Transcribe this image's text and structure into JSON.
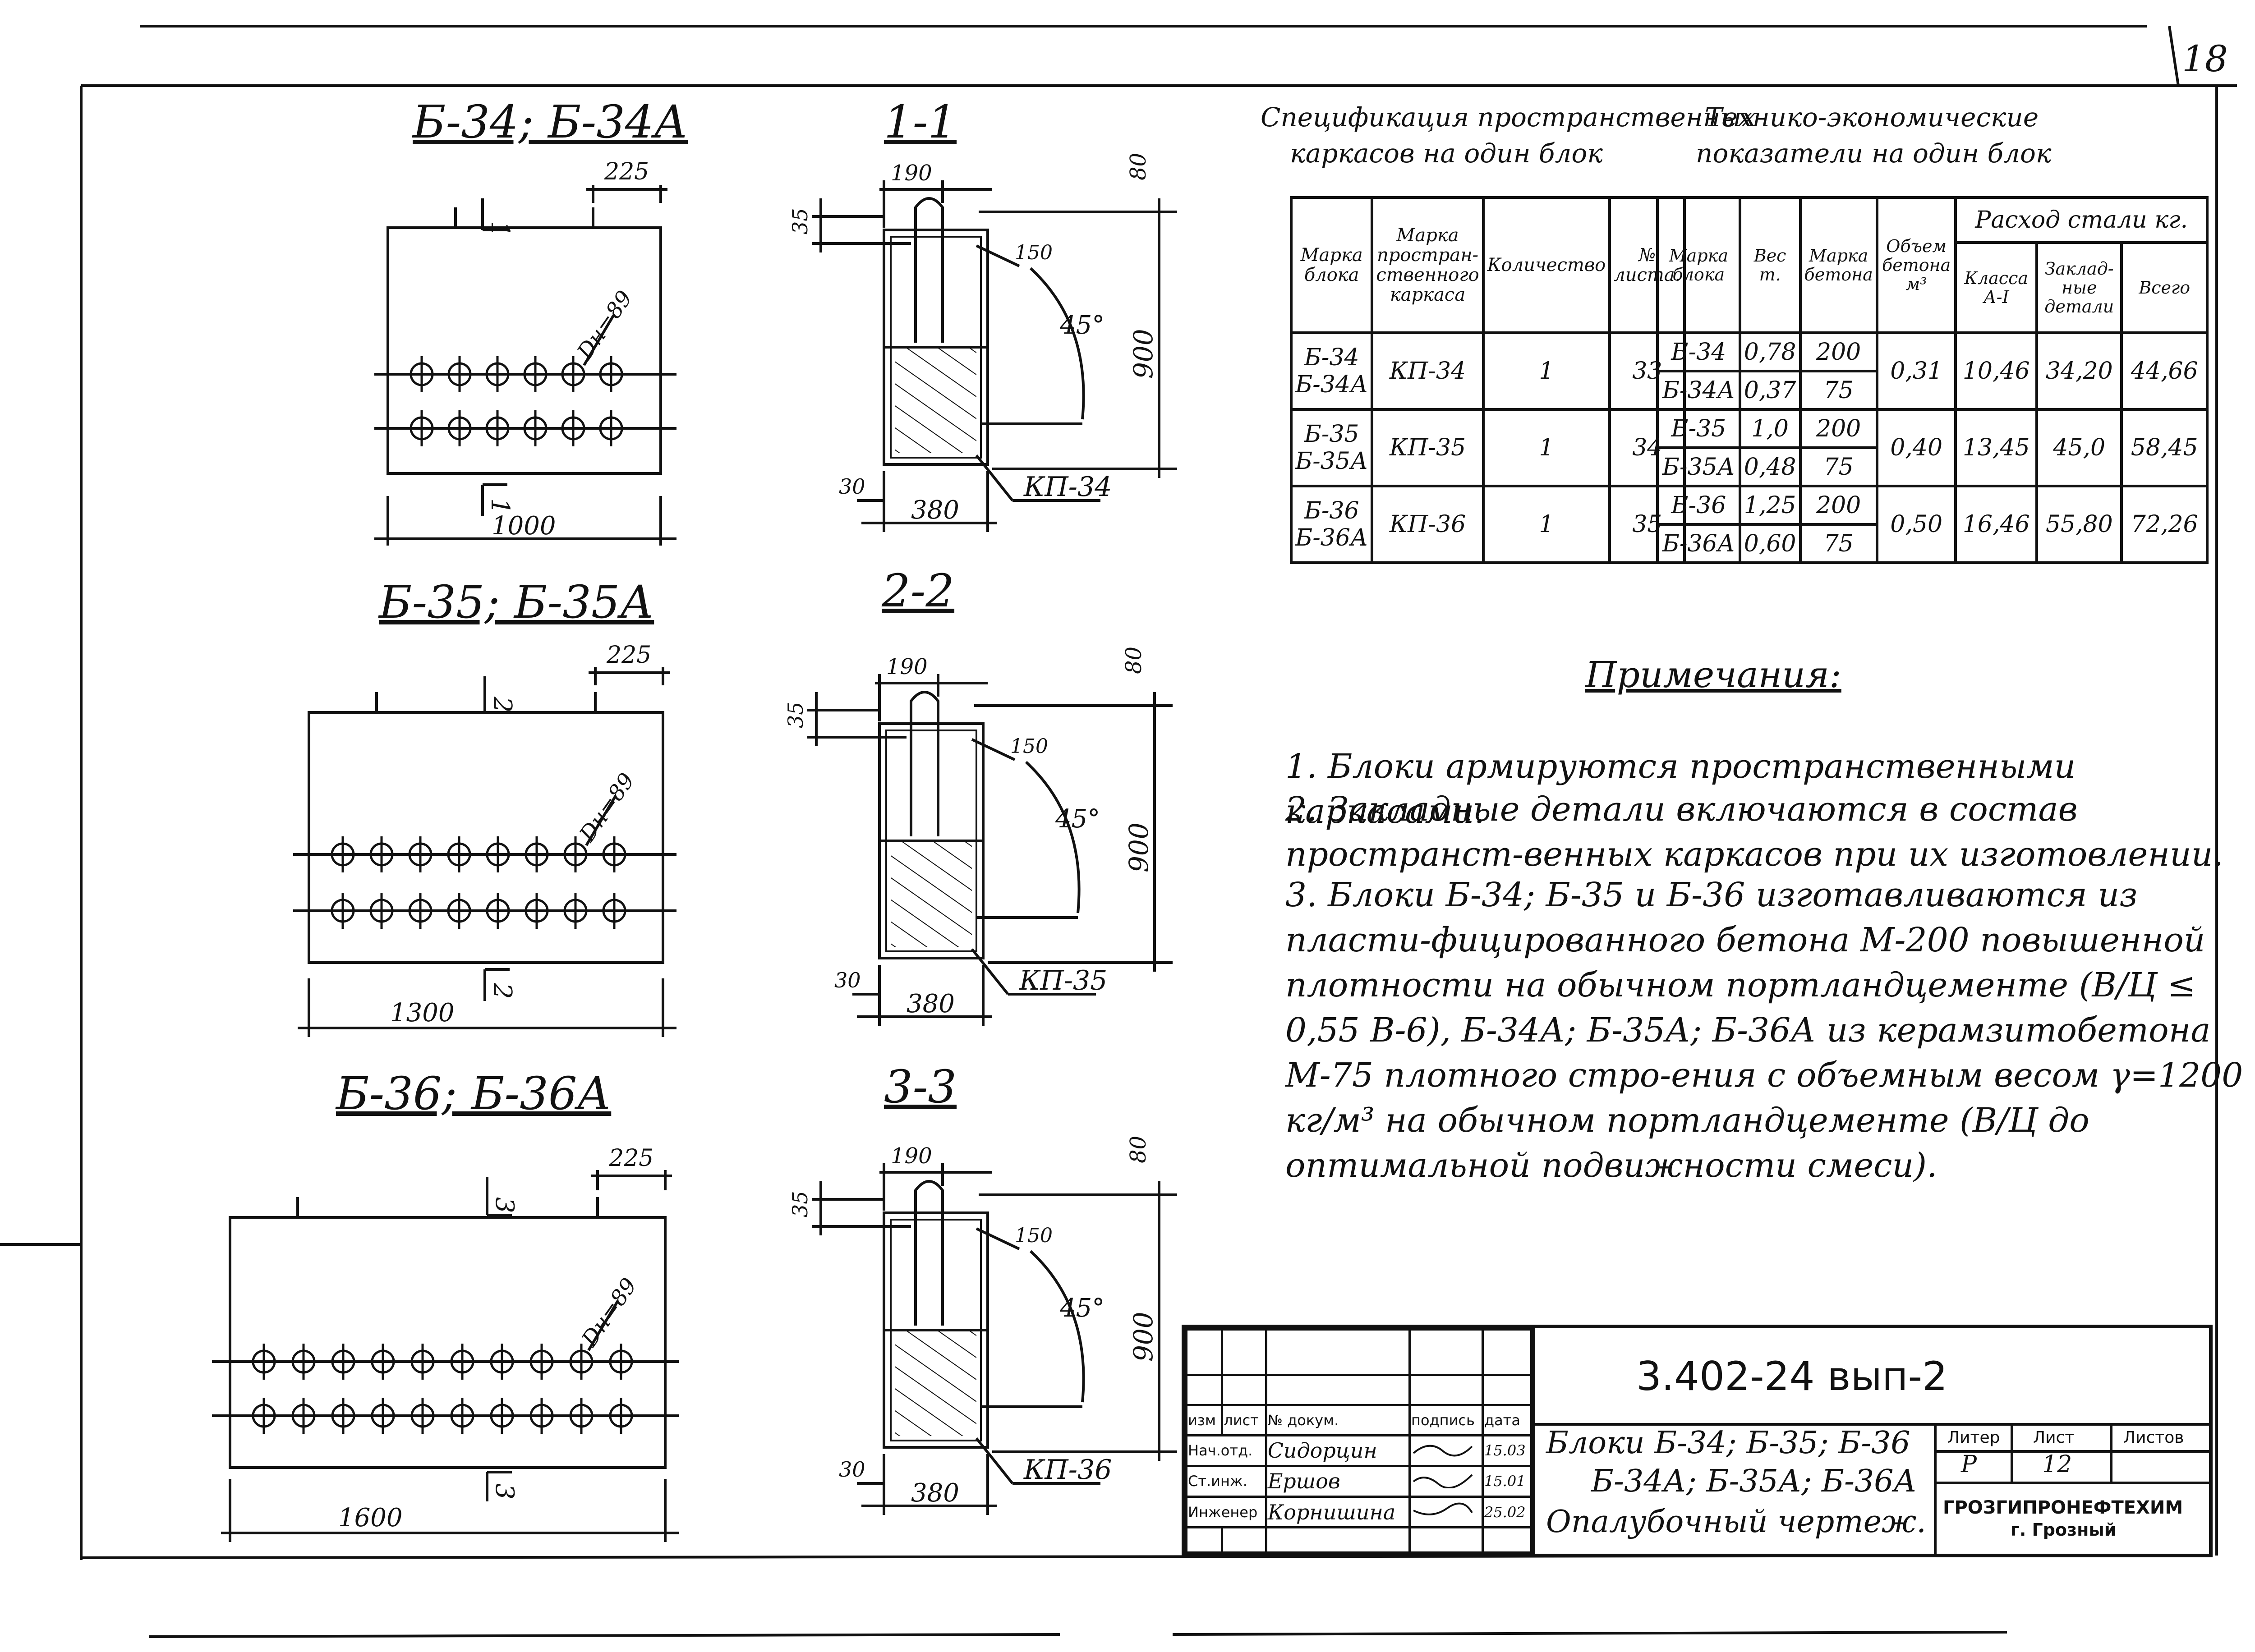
{
  "page_number": "18",
  "block_views": [
    {
      "title": "Б-34; Б-34А",
      "length": "1000",
      "overhang": "225",
      "hole_label": "Dн=89",
      "section": "1",
      "holes_per_row": 6
    },
    {
      "title": "Б-35; Б-35А",
      "length": "1300",
      "overhang": "225",
      "hole_label": "Dн=89",
      "section": "2",
      "holes_per_row": 8
    },
    {
      "title": "Б-36; Б-36А",
      "length": "1600",
      "overhang": "225",
      "hole_label": "Dн=89",
      "section": "3",
      "holes_per_row": 10
    }
  ],
  "sections": [
    {
      "title": "1-1",
      "frame": "КП-34"
    },
    {
      "title": "2-2",
      "frame": "КП-35"
    },
    {
      "title": "3-3",
      "frame": "КП-36"
    }
  ],
  "section_dims": {
    "top_width": "190",
    "top_height": "80",
    "lift": "35",
    "rebar": "150",
    "angle": "45°",
    "height": "900",
    "cover": "30",
    "width": "380"
  },
  "spec": {
    "title_line1": "Спецификация пространственных",
    "title_line2": "каркасов на один блок",
    "headers": [
      "Марка блока",
      "Марка простран-ственного каркаса",
      "Количество",
      "№ листа."
    ],
    "rows": [
      {
        "blocks": "Б-34 Б-34А",
        "frame": "КП-34",
        "qty": "1",
        "sheet": "33"
      },
      {
        "blocks": "Б-35 Б-35А",
        "frame": "КП-35",
        "qty": "1",
        "sheet": "34"
      },
      {
        "blocks": "Б-36 Б-36А",
        "frame": "КП-36",
        "qty": "1",
        "sheet": "35"
      }
    ]
  },
  "tech": {
    "title_line1": "Технико-экономические",
    "title_line2": "показатели на один блок",
    "headers": {
      "block": "Марка блока",
      "weight": "Вес т.",
      "grade": "Марка бетона",
      "volume": "Объем бетона м³",
      "steel": "Расход стали кг.",
      "class": "Класса А-I",
      "embedded": "Заклад-ные детали",
      "total": "Всего"
    },
    "groups": [
      {
        "rows": [
          {
            "block": "Б-34",
            "weight": "0,78",
            "grade": "200"
          },
          {
            "block": "Б-34А",
            "weight": "0,37",
            "grade": "75"
          }
        ],
        "volume": "0,31",
        "class": "10,46",
        "embedded": "34,20",
        "total": "44,66"
      },
      {
        "rows": [
          {
            "block": "Б-35",
            "weight": "1,0",
            "grade": "200"
          },
          {
            "block": "Б-35А",
            "weight": "0,48",
            "grade": "75"
          }
        ],
        "volume": "0,40",
        "class": "13,45",
        "embedded": "45,0",
        "total": "58,45"
      },
      {
        "rows": [
          {
            "block": "Б-36",
            "weight": "1,25",
            "grade": "200"
          },
          {
            "block": "Б-36А",
            "weight": "0,60",
            "grade": "75"
          }
        ],
        "volume": "0,50",
        "class": "16,46",
        "embedded": "55,80",
        "total": "72,26"
      }
    ]
  },
  "notes": {
    "title": "Примечания:",
    "items": [
      "1. Блоки армируются пространственными каркасами.",
      "2. Закладные детали включаются в состав пространст-венных каркасов при их изготовлении.",
      "3. Блоки Б-34; Б-35 и Б-36 изготавливаются из пласти-фицированного бетона М-200 повышенной плотности на обычном портландцементе (В/Ц ≤ 0,55 В-6), Б-34А; Б-35А; Б-36А из керамзитобетона М-75 плотного стро-ения с объемным весом γ=1200 кг/м³ на обычном портландцементе (В/Ц до оптимальной подвижности смеси)."
    ]
  },
  "stamp": {
    "doc_code": "3.402-24 вып-2",
    "col_headers": [
      "изм",
      "лист",
      "№ докум.",
      "подпись",
      "дата"
    ],
    "people": [
      {
        "role": "Нач.отд.",
        "name": "Сидорцин",
        "date": "15.03"
      },
      {
        "role": "Ст.инж.",
        "name": "Ершов",
        "date": "15.01"
      },
      {
        "role": "Инженер",
        "name": "Корнишина",
        "date": "25.02"
      }
    ],
    "title_line1": "Блоки Б-34; Б-35; Б-36",
    "title_line2": "Б-34А; Б-35А; Б-36А",
    "title_line3": "Опалубочный чертеж.",
    "stage_label": "Лист",
    "author_label": "Литер",
    "sheets_label": "Листов",
    "stage": "Р",
    "sheet": "12",
    "org_line1": "ГРОЗГИПРОНЕФТЕХИМ",
    "org_line2": "г. Грозный"
  }
}
